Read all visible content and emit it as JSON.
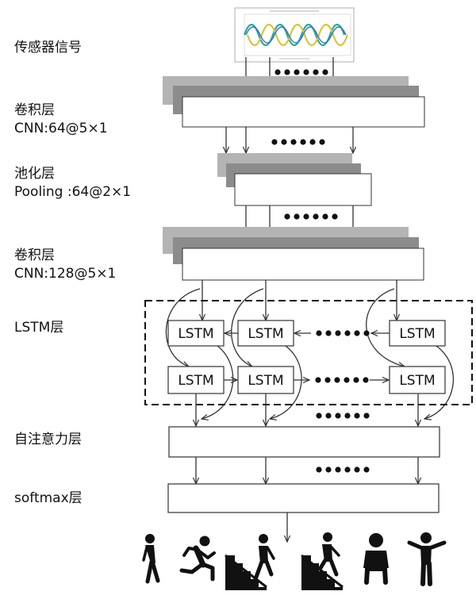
{
  "labels": {
    "sensor": "传感器信号",
    "conv1_title": "卷积层",
    "conv1_param": "CNN:64@5×1",
    "pool_title": "池化层",
    "pool_param": "Pooling :64@2×1",
    "conv2_title": "卷积层",
    "conv2_param": "CNN:128@5×1",
    "lstm_layer": "LSTM层",
    "attention_layer": "自注意力层",
    "softmax_layer": "softmax层"
  },
  "lstm_cell_label": "LSTM",
  "activities": [
    "walking-icon",
    "running-icon",
    "upstairs-icon",
    "downstairs-icon",
    "sitting-icon",
    "standing-icon"
  ],
  "colors": {
    "stack_back": "#b4b4b4",
    "stack_mid": "#8c8c8c",
    "line": "#333333",
    "signal_teal": "#2aa7a0",
    "signal_yellow": "#d8c43a",
    "signal_blue": "#3c6fb0"
  }
}
